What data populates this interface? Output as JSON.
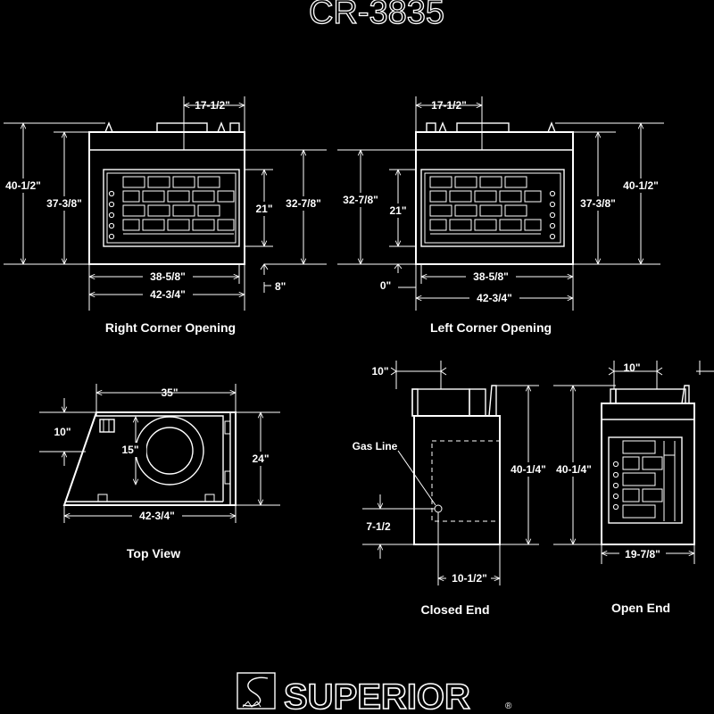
{
  "title": "CR-3835",
  "brand": "SUPERIOR",
  "brand_mark": "®",
  "views": {
    "right_corner": {
      "caption": "Right Corner Opening",
      "dims": {
        "top_offset": "17-1/2\"",
        "overall_height": "40-1/2\"",
        "body_height": "37-3/8\"",
        "opening_height": "21\"",
        "right_height": "32-7/8\"",
        "opening_width": "38-5/8\"",
        "overall_width": "42-3/4\"",
        "bottom_gap": "8\""
      }
    },
    "left_corner": {
      "caption": "Left Corner Opening",
      "dims": {
        "top_offset": "17-1/2\"",
        "left_height": "32-7/8\"",
        "opening_height": "21\"",
        "body_height": "37-3/8\"",
        "overall_height": "40-1/2\"",
        "opening_width": "38-5/8\"",
        "overall_width": "42-3/4\"",
        "bottom_gap": "0\""
      }
    },
    "top_view": {
      "caption": "Top View",
      "dims": {
        "top_width": "35\"",
        "left_offset": "10\"",
        "flue_diameter": "15\"",
        "depth": "24\"",
        "overall_width": "42-3/4\""
      }
    },
    "closed_end": {
      "caption": "Closed End",
      "gas_line_label": "Gas Line",
      "dims": {
        "top_offset": "10\"",
        "height": "40-1/4\"",
        "gas_height": "7-1/2",
        "gas_offset": "10-1/2\""
      }
    },
    "open_end": {
      "caption": "Open End",
      "dims": {
        "top_offset": "10\"",
        "height": "40-1/4\"",
        "width": "19-7/8\""
      }
    }
  }
}
